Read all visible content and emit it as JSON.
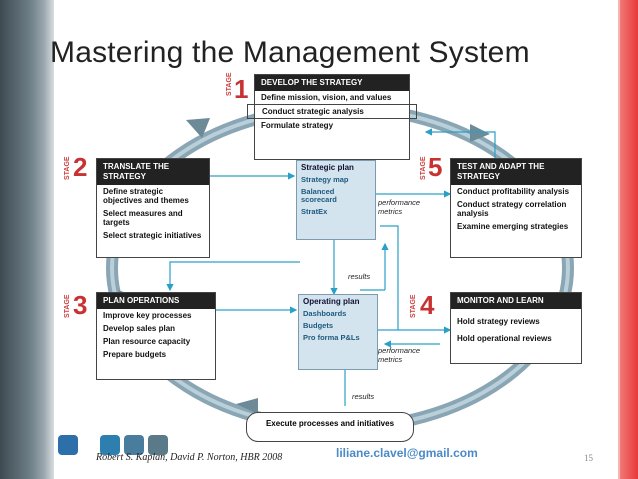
{
  "slide": {
    "title": "Mastering the Management System",
    "citation": "Robert S. Kaplan, David P. Norton, HBR 2008",
    "email": "liliane.clavel@gmail.com",
    "page_number": "15"
  },
  "stages": {
    "stage_word": "STAGE",
    "s1": {
      "num": "1",
      "title": "DEVELOP THE STRATEGY",
      "items": [
        "Define mission, vision, and values",
        "Conduct strategic analysis",
        "Formulate strategy"
      ]
    },
    "s2": {
      "num": "2",
      "title": "TRANSLATE THE STRATEGY",
      "items": [
        "Define strategic objectives and themes",
        "Select measures and targets",
        "Select strategic initiatives"
      ]
    },
    "s3": {
      "num": "3",
      "title": "PLAN OPERATIONS",
      "items": [
        "Improve key processes",
        "Develop sales plan",
        "Plan resource capacity",
        "Prepare budgets"
      ]
    },
    "s4": {
      "num": "4",
      "title": "MONITOR AND LEARN",
      "items": [
        "Hold strategy reviews",
        "Hold operational reviews"
      ]
    },
    "s5": {
      "num": "5",
      "title": "TEST AND ADAPT THE STRATEGY",
      "items": [
        "Conduct profitability analysis",
        "Conduct strategy correlation analysis",
        "Examine emerging strategies"
      ]
    }
  },
  "strategic_plan": {
    "title": "Strategic plan",
    "items": [
      "Strategy map",
      "Balanced scorecard",
      "StratEx"
    ]
  },
  "operating_plan": {
    "title": "Operating plan",
    "items": [
      "Dashboards",
      "Budgets",
      "Pro forma P&Ls"
    ]
  },
  "labels": {
    "perf1": "performance metrics",
    "perf2": "performance metrics",
    "results1": "results",
    "results2": "results"
  },
  "execute": "Execute processes and initiatives"
}
